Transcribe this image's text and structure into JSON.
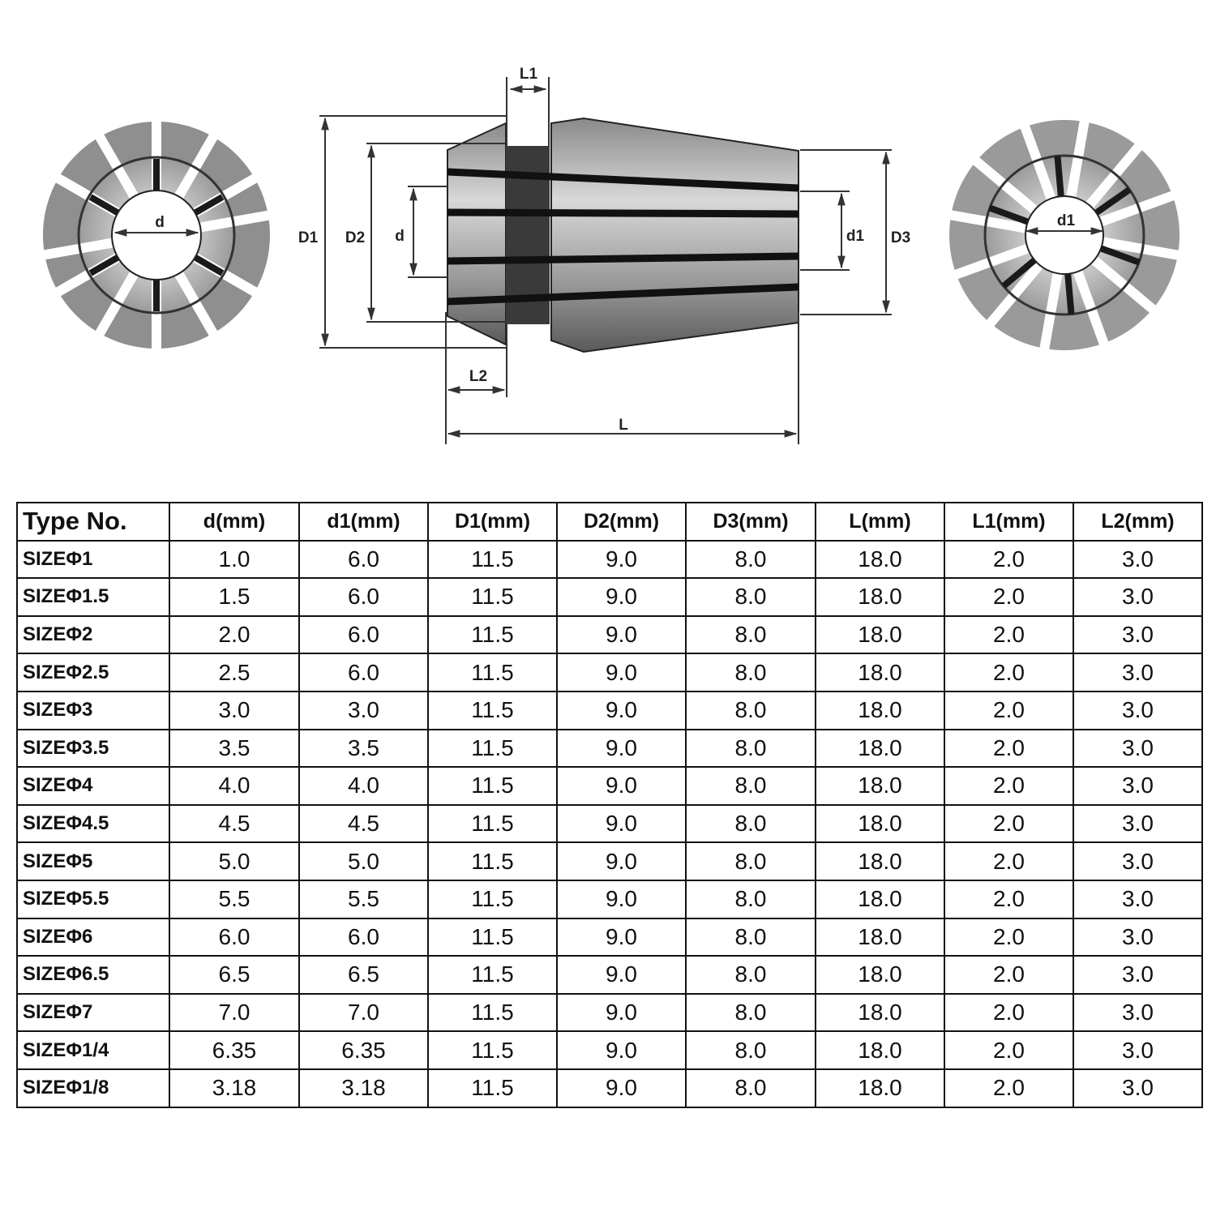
{
  "diagram": {
    "front_view_label": "d",
    "side_view_labels": {
      "D1": "D1",
      "D2": "D2",
      "d": "d",
      "L1": "L1",
      "L2": "L2",
      "L": "L",
      "d1": "d1",
      "D3": "D3"
    },
    "rear_view_label": "d1"
  },
  "table": {
    "headers": [
      "Type No.",
      "d(mm)",
      "d1(mm)",
      "D1(mm)",
      "D2(mm)",
      "D3(mm)",
      "L(mm)",
      "L1(mm)",
      "L2(mm)"
    ],
    "rows": [
      [
        "SIZEΦ1",
        "1.0",
        "6.0",
        "11.5",
        "9.0",
        "8.0",
        "18.0",
        "2.0",
        "3.0"
      ],
      [
        "SIZEΦ1.5",
        "1.5",
        "6.0",
        "11.5",
        "9.0",
        "8.0",
        "18.0",
        "2.0",
        "3.0"
      ],
      [
        "SIZEΦ2",
        "2.0",
        "6.0",
        "11.5",
        "9.0",
        "8.0",
        "18.0",
        "2.0",
        "3.0"
      ],
      [
        "SIZEΦ2.5",
        "2.5",
        "6.0",
        "11.5",
        "9.0",
        "8.0",
        "18.0",
        "2.0",
        "3.0"
      ],
      [
        "SIZEΦ3",
        "3.0",
        "3.0",
        "11.5",
        "9.0",
        "8.0",
        "18.0",
        "2.0",
        "3.0"
      ],
      [
        "SIZEΦ3.5",
        "3.5",
        "3.5",
        "11.5",
        "9.0",
        "8.0",
        "18.0",
        "2.0",
        "3.0"
      ],
      [
        "SIZEΦ4",
        "4.0",
        "4.0",
        "11.5",
        "9.0",
        "8.0",
        "18.0",
        "2.0",
        "3.0"
      ],
      [
        "SIZEΦ4.5",
        "4.5",
        "4.5",
        "11.5",
        "9.0",
        "8.0",
        "18.0",
        "2.0",
        "3.0"
      ],
      [
        "SIZEΦ5",
        "5.0",
        "5.0",
        "11.5",
        "9.0",
        "8.0",
        "18.0",
        "2.0",
        "3.0"
      ],
      [
        "SIZEΦ5.5",
        "5.5",
        "5.5",
        "11.5",
        "9.0",
        "8.0",
        "18.0",
        "2.0",
        "3.0"
      ],
      [
        "SIZEΦ6",
        "6.0",
        "6.0",
        "11.5",
        "9.0",
        "8.0",
        "18.0",
        "2.0",
        "3.0"
      ],
      [
        "SIZEΦ6.5",
        "6.5",
        "6.5",
        "11.5",
        "9.0",
        "8.0",
        "18.0",
        "2.0",
        "3.0"
      ],
      [
        "SIZEΦ7",
        "7.0",
        "7.0",
        "11.5",
        "9.0",
        "8.0",
        "18.0",
        "2.0",
        "3.0"
      ],
      [
        "SIZEΦ1/4",
        "6.35",
        "6.35",
        "11.5",
        "9.0",
        "8.0",
        "18.0",
        "2.0",
        "3.0"
      ],
      [
        "SIZEΦ1/8",
        "3.18",
        "3.18",
        "11.5",
        "9.0",
        "8.0",
        "18.0",
        "2.0",
        "3.0"
      ]
    ]
  },
  "colors": {
    "line": "#333333",
    "table_border": "#111111",
    "metal_dark": "#555555",
    "metal_light": "#bdbdbd"
  }
}
